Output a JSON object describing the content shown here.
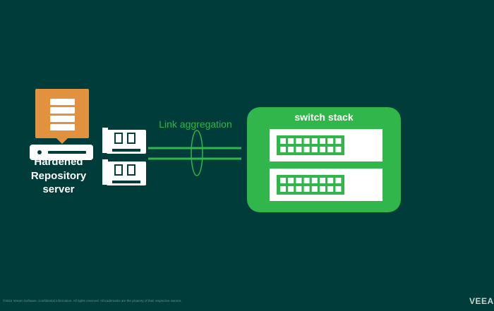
{
  "server": {
    "label_lines": [
      "Hardened",
      "Repository",
      "server"
    ]
  },
  "link": {
    "label": "Link aggregation"
  },
  "switch": {
    "title": "switch stack",
    "ports_per_row": 8,
    "rows_per_unit": 2,
    "units": 2
  },
  "footer": {
    "text": "©2022 Veeam Software. Confidential information. All rights reserved. All trademarks are the property of their respective owners.",
    "brand": "VEEAM"
  },
  "colors": {
    "background": "#003c3a",
    "accent_green": "#30b64a",
    "server_orange": "#e2913f",
    "white": "#ffffff"
  }
}
